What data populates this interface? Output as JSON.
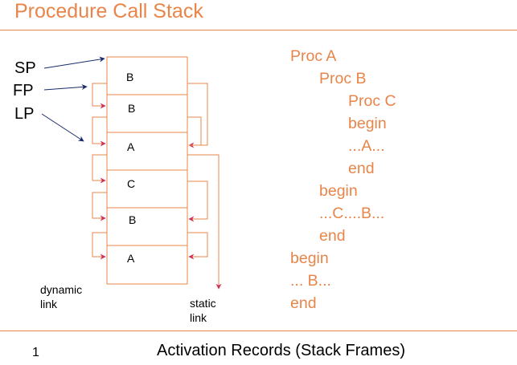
{
  "title": "Procedure Call Stack",
  "pointers": {
    "sp": "SP",
    "fp": "FP",
    "lp": "LP"
  },
  "frames": [
    "B",
    "B",
    "A",
    "C",
    "B",
    "A"
  ],
  "labels": {
    "dynamic_line1": "dynamic",
    "dynamic_line2": "link",
    "static_line1": "static",
    "static_line2": "link"
  },
  "code": [
    "Proc A",
    "Proc B",
    "Proc C",
    "begin",
    "...A...",
    "end",
    "begin",
    "...C....B...",
    "end",
    "begin",
    "... B...",
    "end"
  ],
  "footer": {
    "page": "1",
    "caption": "Activation Records (Stack Frames)"
  },
  "colors": {
    "accent": "#e8854a",
    "arrow_head": "#cc3355",
    "pointer_arrow": "#1a2a6a"
  }
}
